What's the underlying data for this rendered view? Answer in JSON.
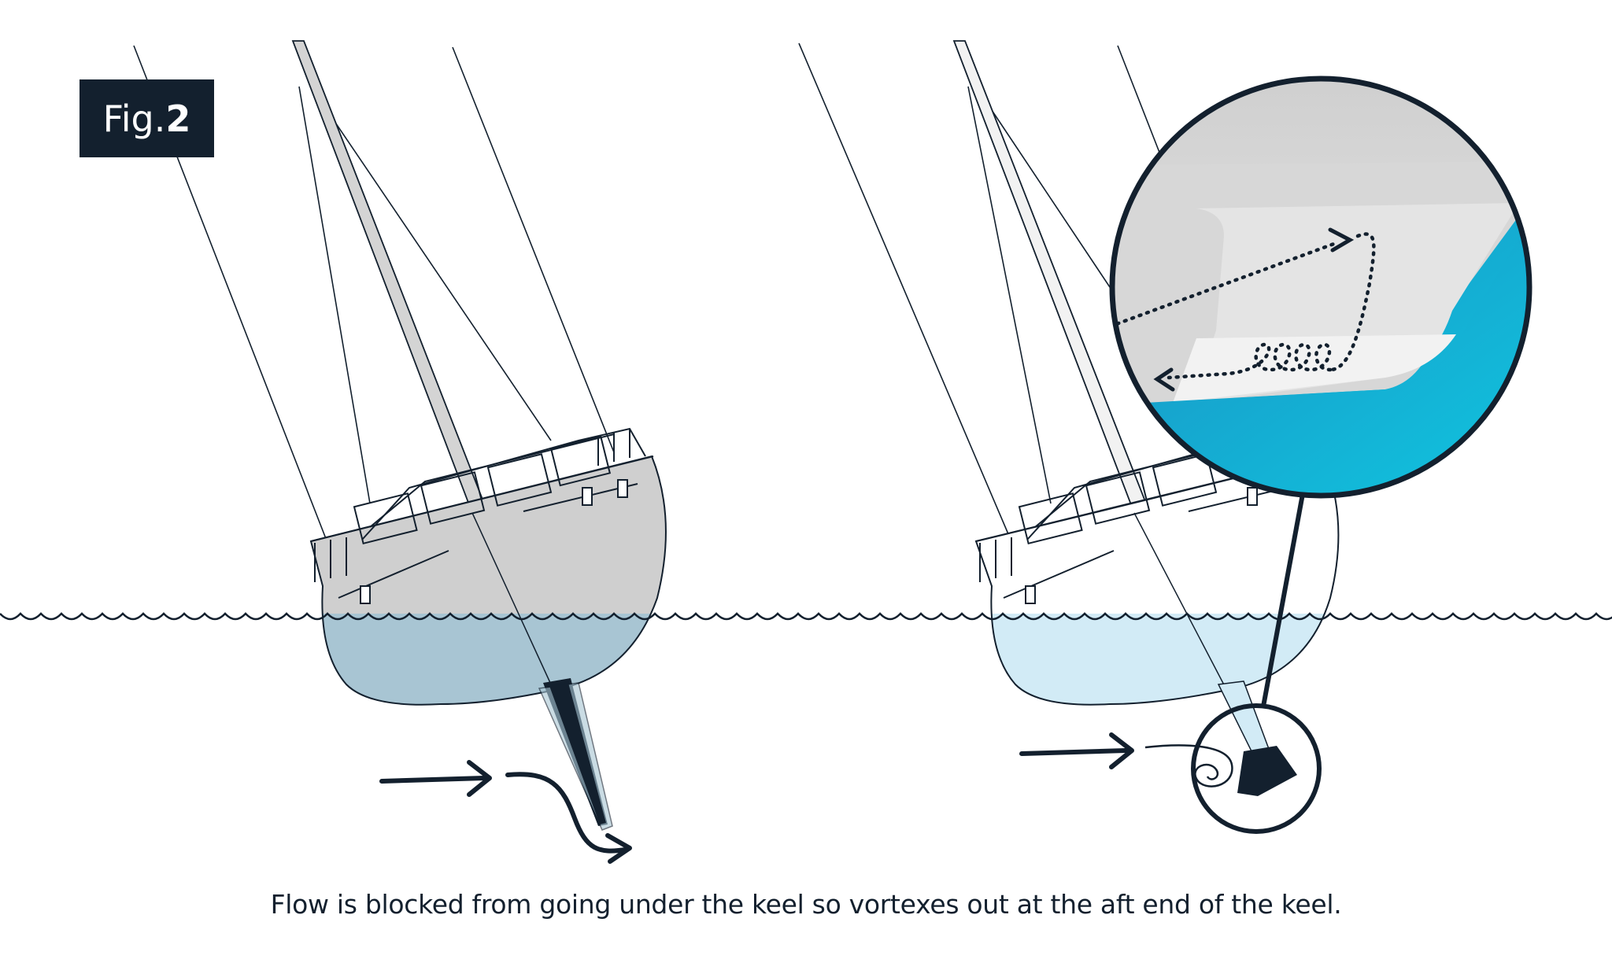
{
  "badge": {
    "prefix": "Fig.",
    "number": "2"
  },
  "caption": "Flow is blocked from going under the keel so vortexes out at the aft end of the keel.",
  "colors": {
    "ink": "#13202e",
    "hull_left_above": "#cfcfcf",
    "hull_left_below": "#a8c5d3",
    "hull_right_above": "#ffffff",
    "hull_right_below": "#d2ebf6",
    "zoom_water": "#14b4d4",
    "zoom_hull": "#e0e0e0"
  },
  "icons": {
    "water": "wave-line",
    "flow": "arrow-right",
    "vortex": "spiral"
  }
}
